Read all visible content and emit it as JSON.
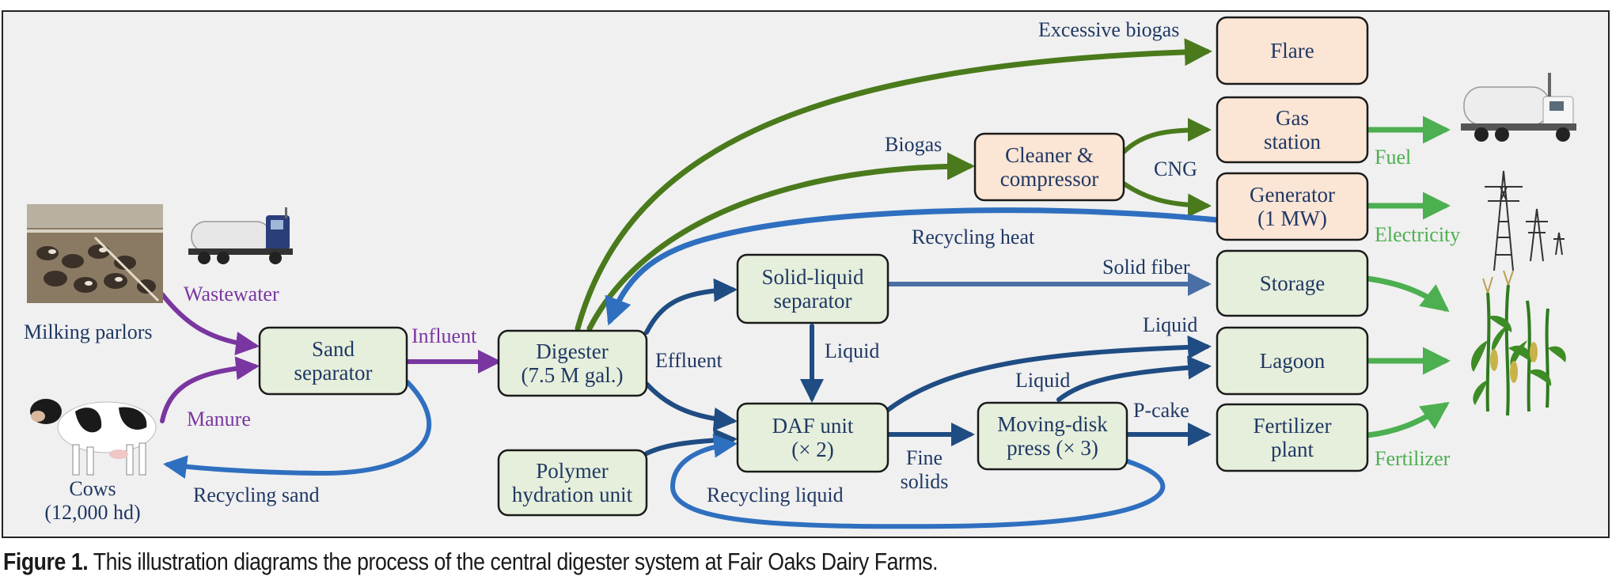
{
  "colors": {
    "purple": "#7a36a0",
    "green_dark": "#4a7a1c",
    "green_light": "#4caf50",
    "blue": "#2f6fbf",
    "navy": "#1f4c82",
    "box_green": "#e6efdb",
    "box_peach": "#fbe5d4",
    "text_navy": "#1f3864"
  },
  "boxes": {
    "sand": "Sand\nseparator",
    "digester": "Digester\n(7.5 M gal.)",
    "polymer": "Polymer\nhydration unit",
    "solid_liquid": "Solid-liquid\nseparator",
    "daf": "DAF unit\n(× 2)",
    "press": "Moving-disk\npress (× 3)",
    "cleaner": "Cleaner &\ncompressor",
    "flare": "Flare",
    "gas": "Gas\nstation",
    "generator": "Generator\n(1 MW)",
    "storage": "Storage",
    "lagoon": "Lagoon",
    "fertilizer": "Fertilizer\nplant"
  },
  "labels": {
    "milking": "Milking parlors",
    "wastewater": "Wastewater",
    "manure": "Manure",
    "cows": "Cows\n(12,000 hd)",
    "recycling_sand": "Recycling sand",
    "influent": "Influent",
    "effluent": "Effluent",
    "excess": "Excessive biogas",
    "biogas": "Biogas",
    "cng": "CNG",
    "recycling_heat": "Recycling heat",
    "solid_fiber": "Solid fiber",
    "liquid_sl": "Liquid",
    "liquid_daf": "Liquid",
    "liquid_press": "Liquid",
    "pcake": "P-cake",
    "fine_solids": "Fine\nsolids",
    "recycling_liquid": "Recycling liquid",
    "fuel": "Fuel",
    "electricity": "Electricity",
    "fertilizer_out": "Fertilizer"
  },
  "icons": [
    "milking-parlor-photo",
    "tanker-truck-icon",
    "cow-icon",
    "fuel-truck-icon",
    "power-tower-icon",
    "corn-plant-icon"
  ],
  "caption": {
    "fig": "Figure 1.",
    "text": " This illustration diagrams the process of the central digester system at Fair Oaks Dairy Farms."
  }
}
